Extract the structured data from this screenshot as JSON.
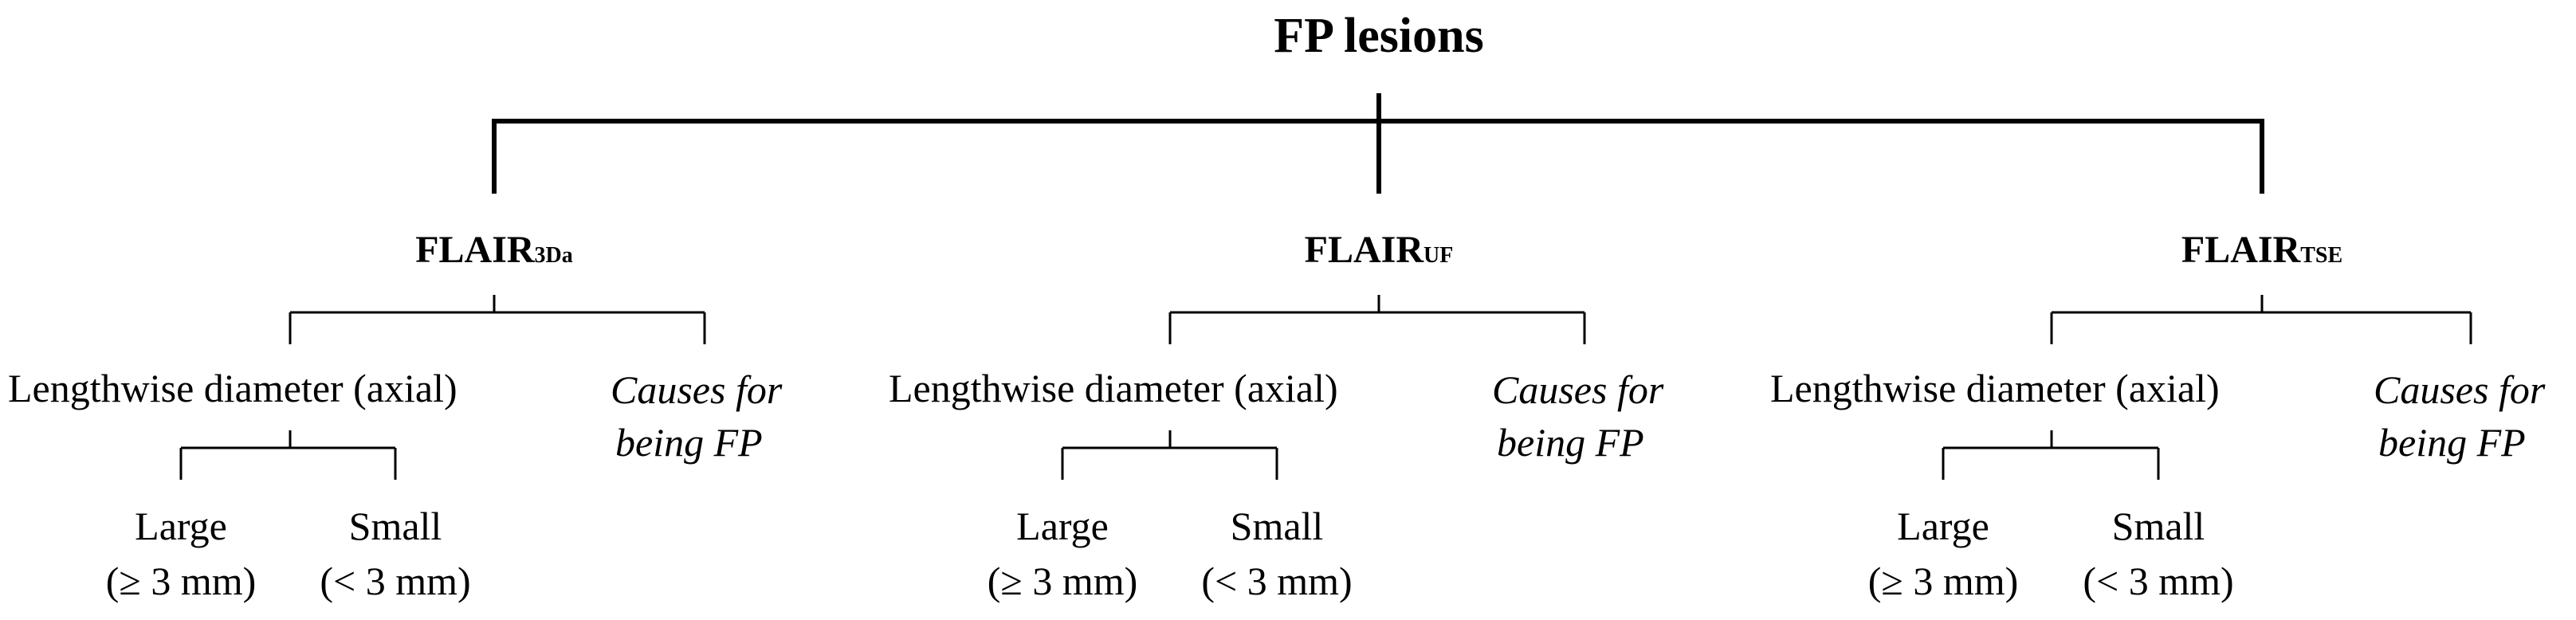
{
  "root": {
    "label": "FP lesions"
  },
  "branches": [
    {
      "name_main": "FLAIR",
      "name_sub": "3Da",
      "criterion": "Lengthwise diameter (axial)",
      "causes_line1": "Causes for",
      "causes_line2": "being FP",
      "large_label": "Large",
      "large_range": "(≥ 3 mm)",
      "small_label": "Small",
      "small_range": "(< 3 mm)"
    },
    {
      "name_main": "FLAIR",
      "name_sub": "UF",
      "criterion": "Lengthwise diameter (axial)",
      "causes_line1": "Causes for",
      "causes_line2": "being FP",
      "large_label": "Large",
      "large_range": "(≥ 3 mm)",
      "small_label": "Small",
      "small_range": "(< 3 mm)"
    },
    {
      "name_main": "FLAIR",
      "name_sub": "TSE",
      "criterion": "Lengthwise diameter (axial)",
      "causes_line1": "Causes for",
      "causes_line2": "being FP",
      "large_label": "Large",
      "large_range": "(≥ 3 mm)",
      "small_label": "Small",
      "small_range": "(< 3 mm)"
    }
  ]
}
